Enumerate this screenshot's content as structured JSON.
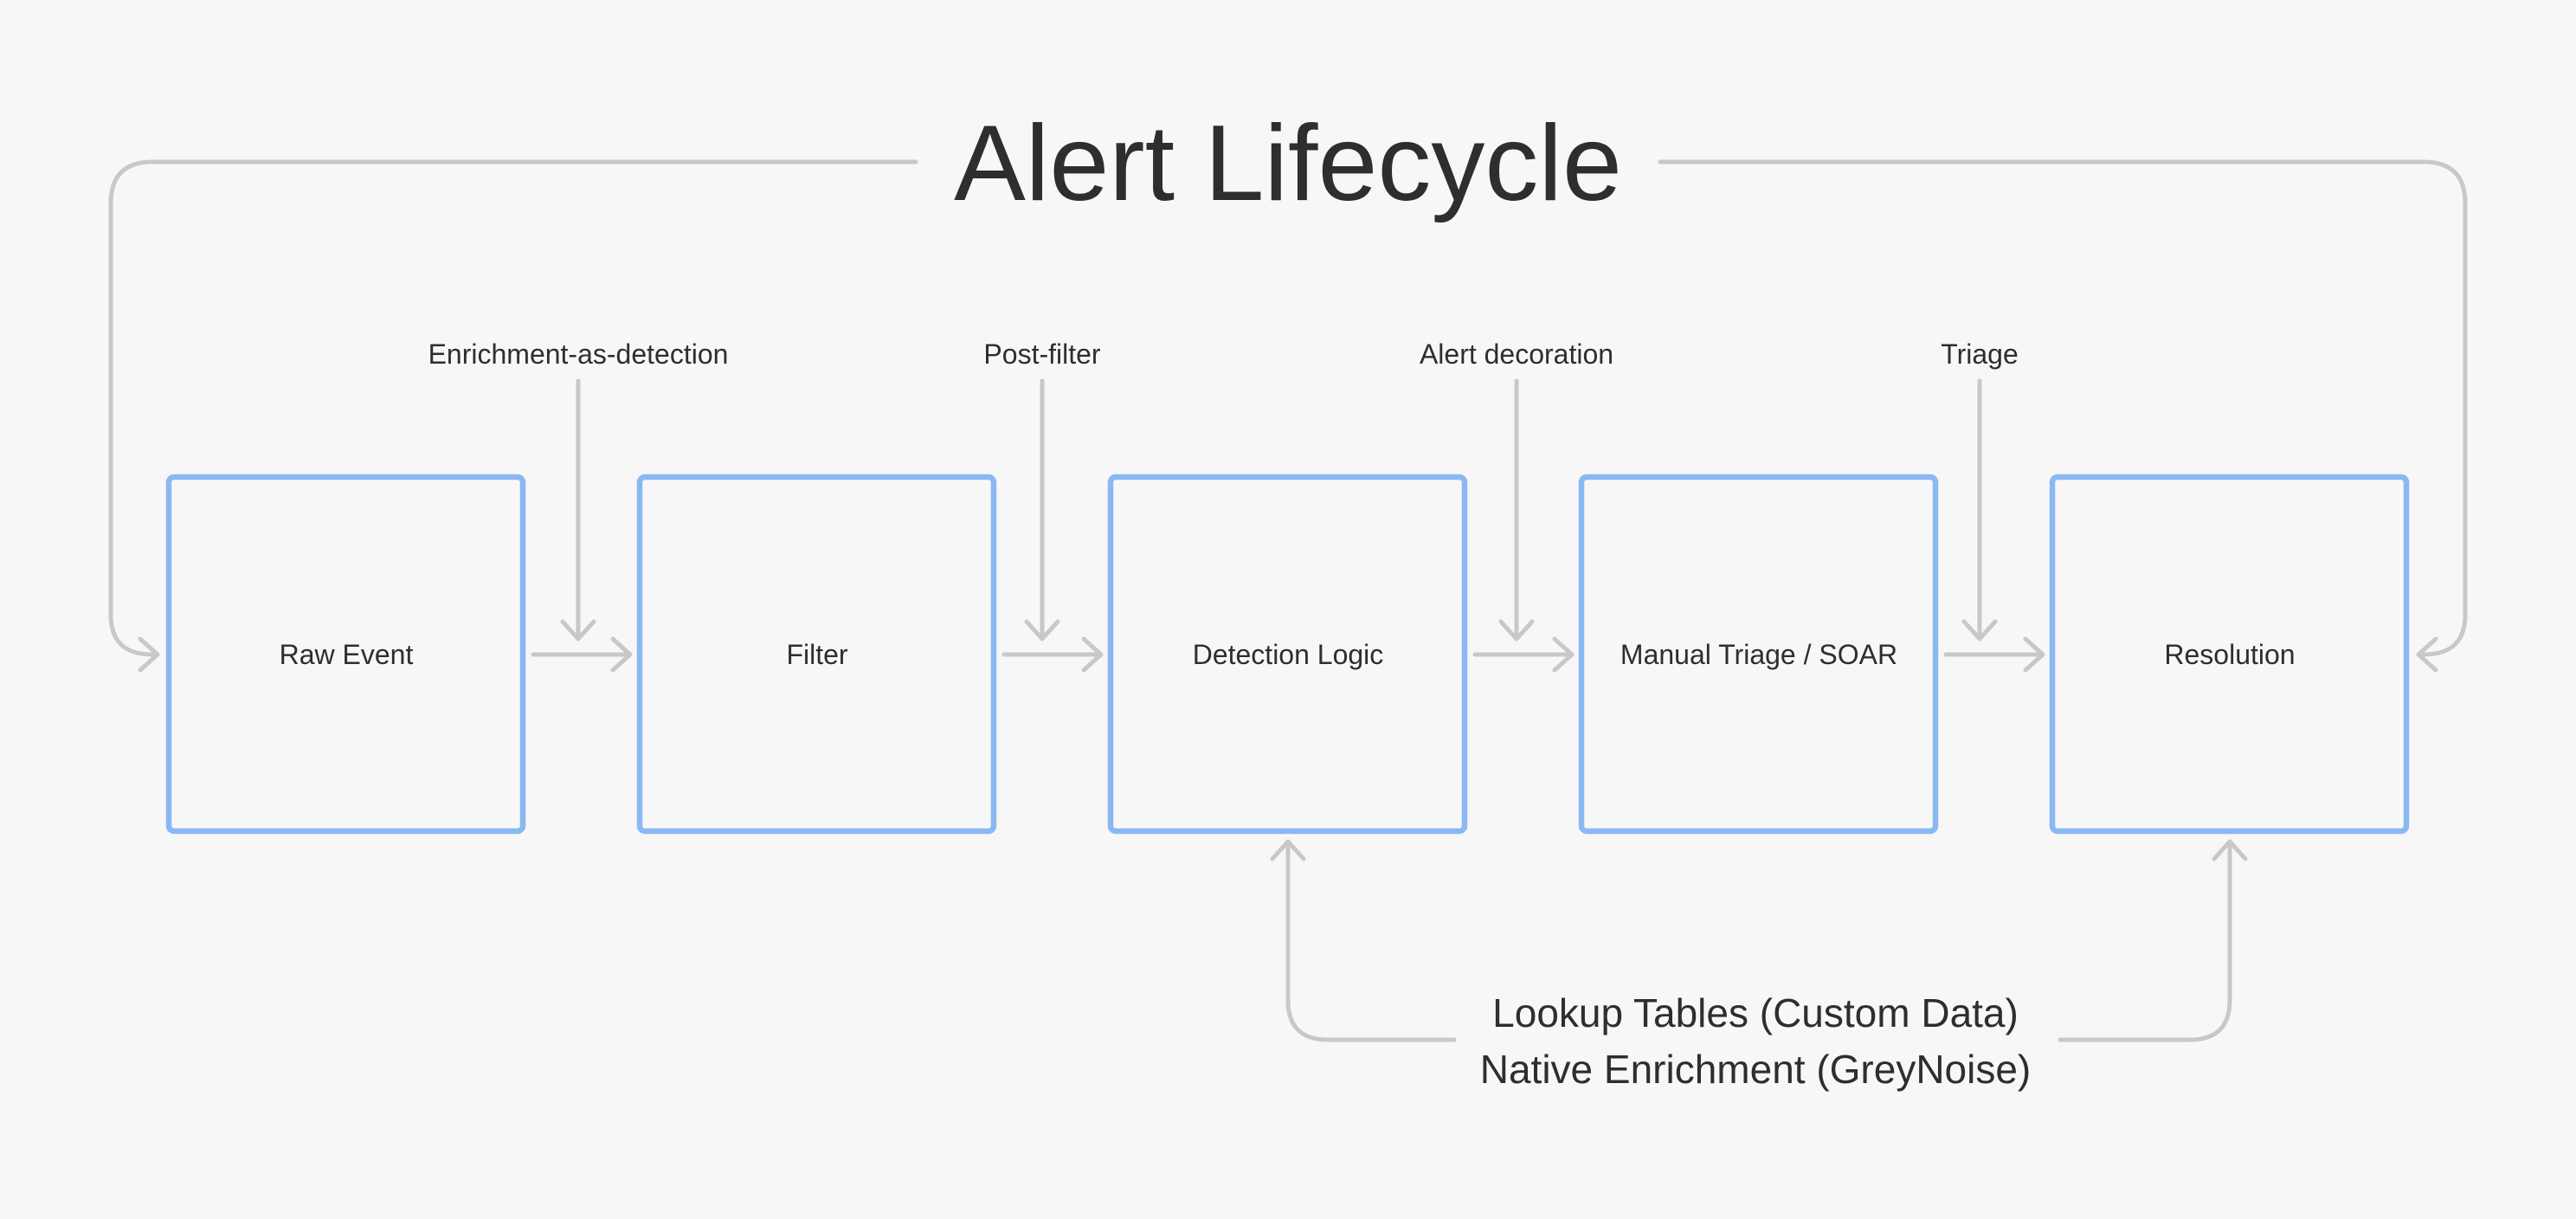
{
  "title": "Alert Lifecycle",
  "colors": {
    "background": "#f7f7f7",
    "box_stroke": "#8ab8f2",
    "connector": "#c8c8c8",
    "text": "#2e2e2e"
  },
  "stages": [
    {
      "id": "raw-event",
      "label": "Raw Event"
    },
    {
      "id": "filter",
      "label": "Filter"
    },
    {
      "id": "detection-logic",
      "label": "Detection Logic"
    },
    {
      "id": "manual-triage-soar",
      "label": "Manual Triage / SOAR"
    },
    {
      "id": "resolution",
      "label": "Resolution"
    }
  ],
  "inputs": [
    {
      "id": "enrichment-as-detection",
      "label": "Enrichment-as-detection"
    },
    {
      "id": "post-filter",
      "label": "Post-filter"
    },
    {
      "id": "alert-decoration",
      "label": "Alert decoration"
    },
    {
      "id": "triage",
      "label": "Triage"
    }
  ],
  "enrichment_sources": {
    "line1": "Lookup Tables (Custom Data)",
    "line2": "Native Enrichment (GreyNoise)"
  }
}
